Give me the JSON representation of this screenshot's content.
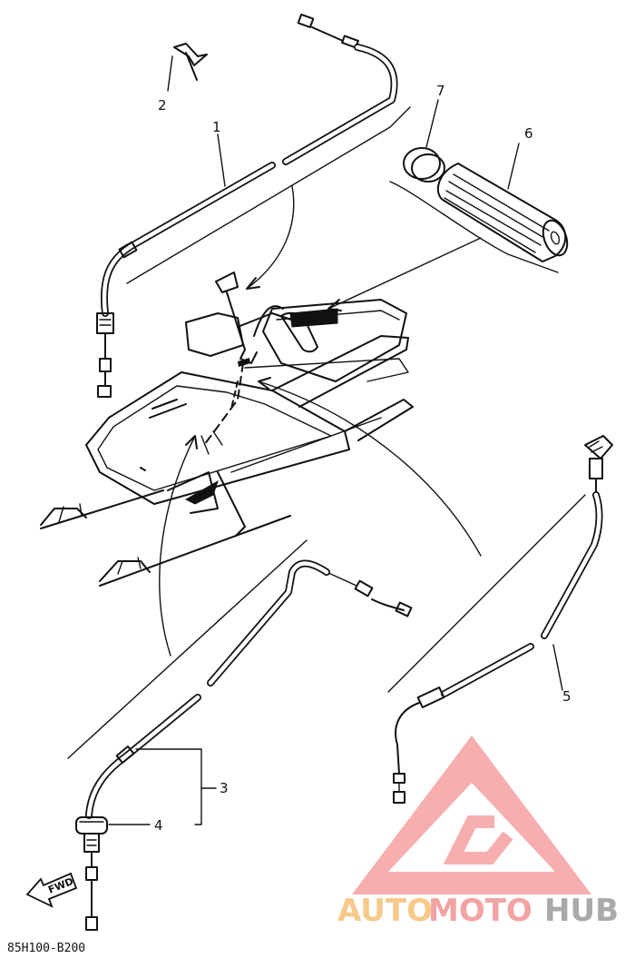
{
  "diagram": {
    "callouts": [
      {
        "id": "1",
        "text": "1"
      },
      {
        "id": "2",
        "text": "2"
      },
      {
        "id": "3",
        "text": "3"
      },
      {
        "id": "4",
        "text": "4"
      },
      {
        "id": "5",
        "text": "5"
      },
      {
        "id": "6",
        "text": "6"
      },
      {
        "id": "7",
        "text": "7"
      }
    ],
    "direction_label": "FWD",
    "drawing_code": "85H100-B200"
  },
  "watermark": {
    "part_a": "AUTO",
    "part_b": "MOTO",
    "part_c": "HUB",
    "colors": {
      "auto": "#f7c98a",
      "moto": "#f2a3a3",
      "hub": "#a9a9a9",
      "logo": "#f5a0a0"
    }
  }
}
